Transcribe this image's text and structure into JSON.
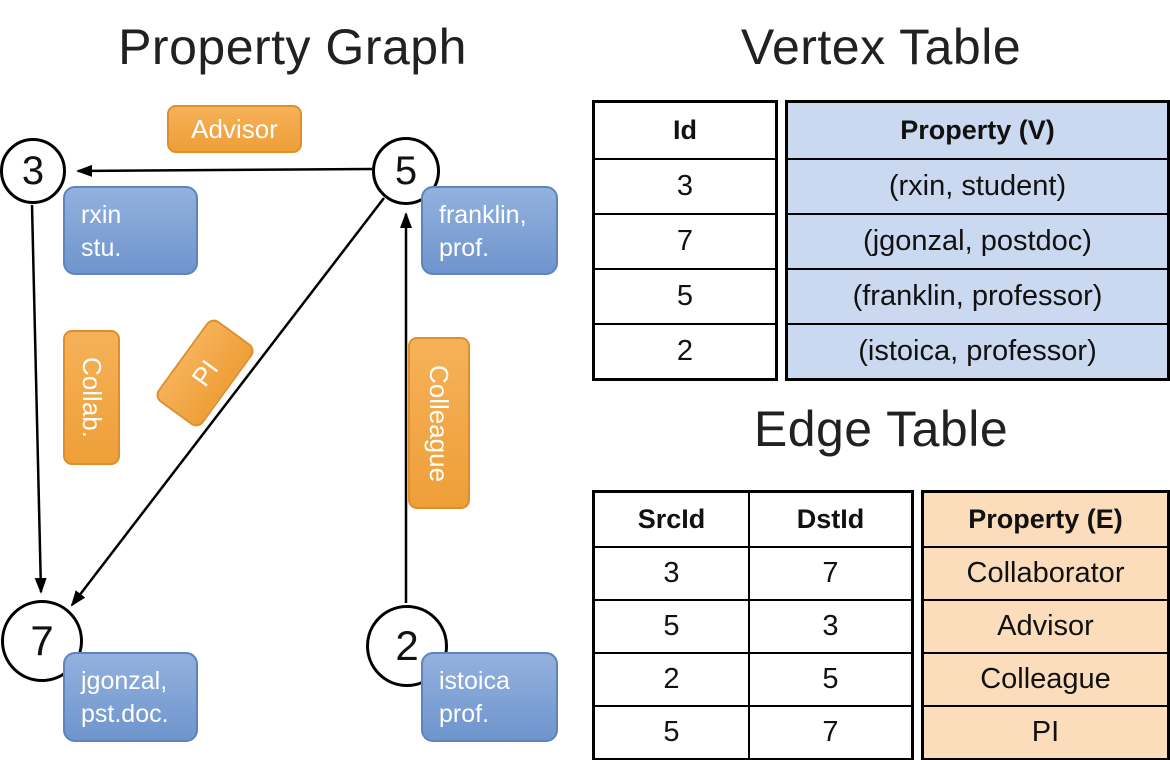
{
  "graph": {
    "title": "Property Graph",
    "nodes": {
      "n3": "3",
      "n5": "5",
      "n7": "7",
      "n2": "2"
    },
    "vertex_labels": {
      "v3": {
        "line1": "rxin",
        "line2": "stu."
      },
      "v5": {
        "line1": "franklin,",
        "line2": "prof."
      },
      "v7": {
        "line1": "jgonzal,",
        "line2": "pst.doc."
      },
      "v2": {
        "line1": "istoica",
        "line2": "prof."
      }
    },
    "edge_labels": {
      "advisor": "Advisor",
      "collab": "Collab.",
      "pi": "PI",
      "colleague": "Colleague"
    }
  },
  "vertex_table": {
    "title": "Vertex Table",
    "headers": {
      "id": "Id",
      "property": "Property (V)"
    },
    "rows": [
      {
        "id": "3",
        "property": "(rxin, student)"
      },
      {
        "id": "7",
        "property": "(jgonzal, postdoc)"
      },
      {
        "id": "5",
        "property": "(franklin, professor)"
      },
      {
        "id": "2",
        "property": "(istoica, professor)"
      }
    ]
  },
  "edge_table": {
    "title": "Edge Table",
    "headers": {
      "src": "SrcId",
      "dst": "DstId",
      "property": "Property (E)"
    },
    "rows": [
      {
        "src": "3",
        "dst": "7",
        "property": "Collaborator"
      },
      {
        "src": "5",
        "dst": "3",
        "property": "Advisor"
      },
      {
        "src": "2",
        "dst": "5",
        "property": "Colleague"
      },
      {
        "src": "5",
        "dst": "7",
        "property": "PI"
      }
    ]
  },
  "colors": {
    "edge_label_orange": "#EE9F38",
    "vertex_box_blue": "#6E95CD",
    "vertex_table_fill": "#CBD9F0",
    "edge_table_fill": "#FBDDBC"
  }
}
